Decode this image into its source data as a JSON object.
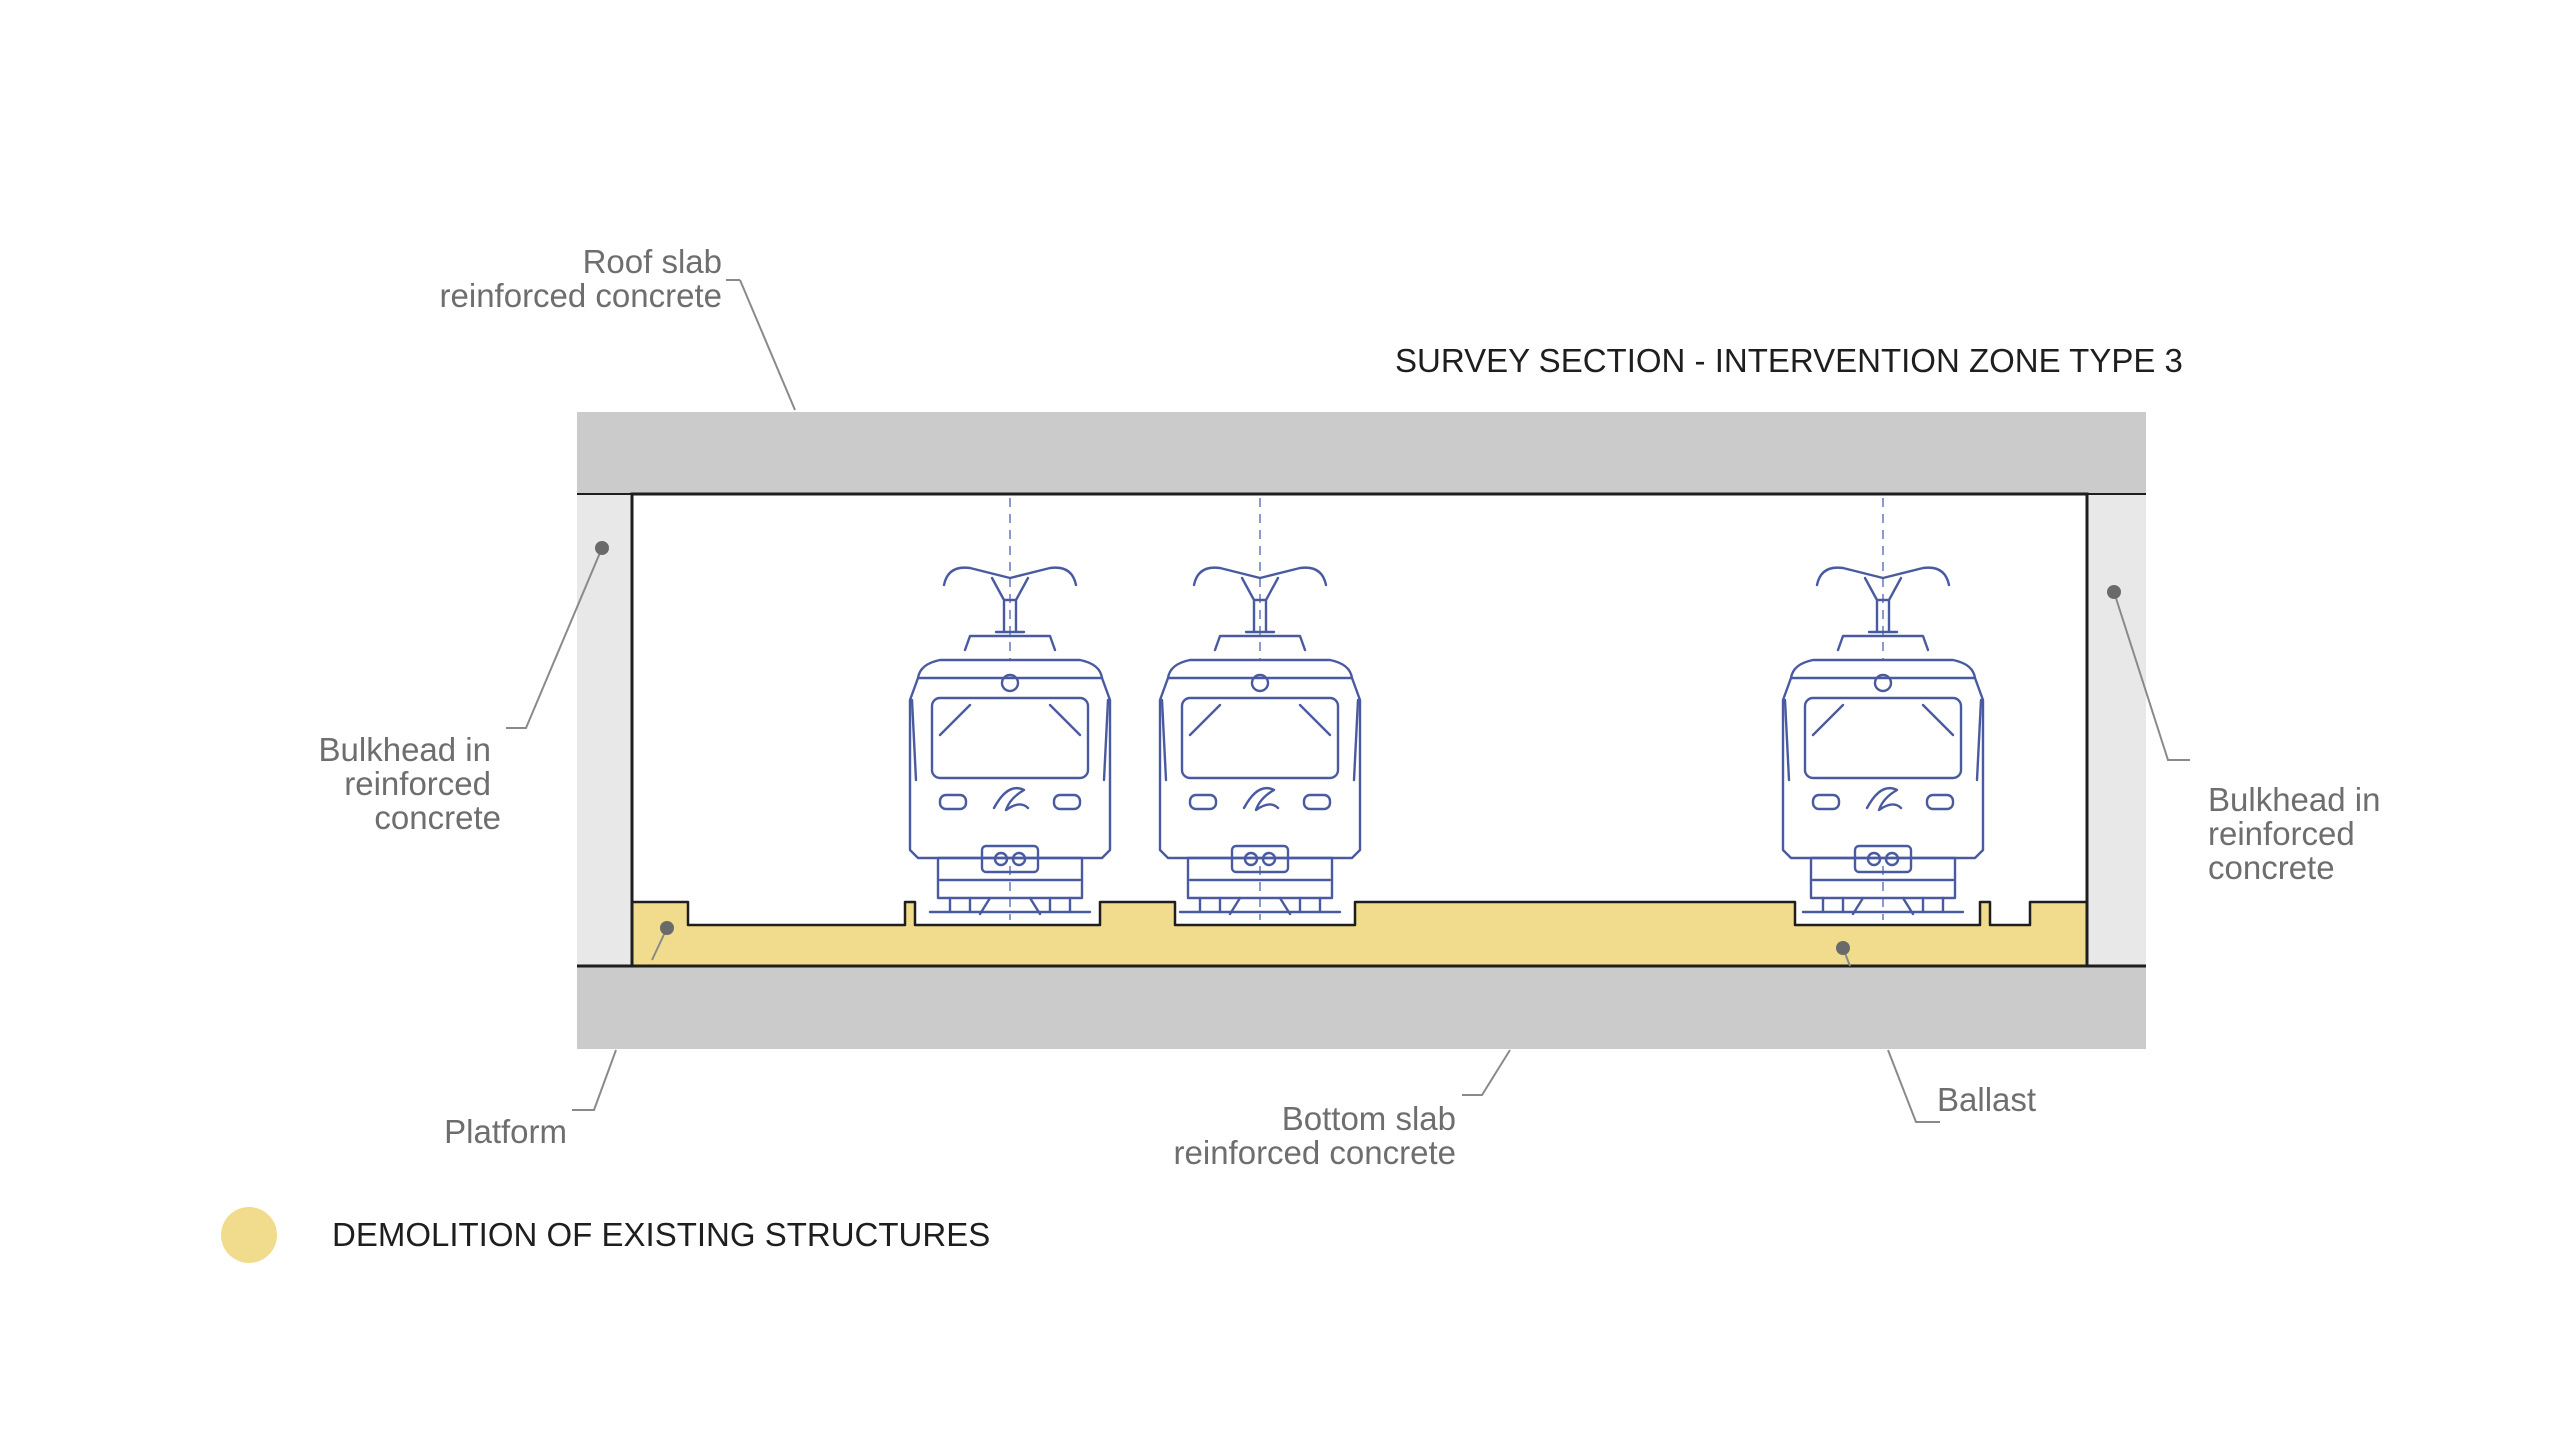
{
  "title": "SURVEY SECTION - INTERVENTION ZONE TYPE 3",
  "labels": {
    "roof_slab_line1": "Roof slab",
    "roof_slab_line2": "reinforced concrete",
    "bulkhead_left_line1": "Bulkhead in",
    "bulkhead_left_line2": "reinforced",
    "bulkhead_left_line3": "concrete",
    "bulkhead_right_line1": "Bulkhead in",
    "bulkhead_right_line2": "reinforced",
    "bulkhead_right_line3": "concrete",
    "platform": "Platform",
    "bottom_slab_line1": "Bottom slab",
    "bottom_slab_line2": "reinforced concrete",
    "ballast": "Ballast"
  },
  "legend": {
    "demolition": "DEMOLITION OF EXISTING STRUCTURES"
  },
  "colors": {
    "slab": "#cbcbcb",
    "bulkhead": "#e8e8e8",
    "demolition": "#f0dc8c",
    "train": "#4a5aa0",
    "text": "#6e6e6e"
  },
  "trains": [
    {
      "name": "train-1"
    },
    {
      "name": "train-2"
    },
    {
      "name": "train-3"
    }
  ]
}
